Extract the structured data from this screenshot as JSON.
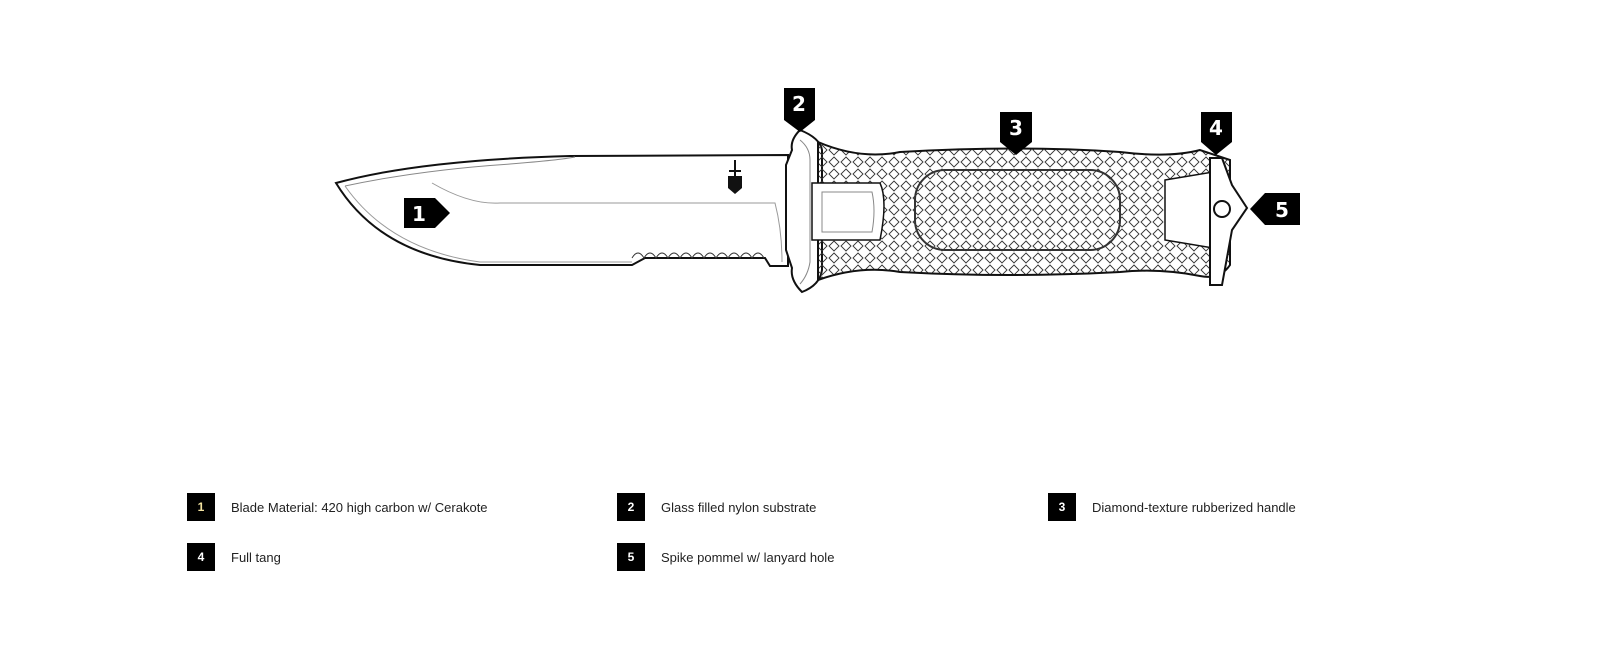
{
  "callouts": [
    "1",
    "2",
    "3",
    "4",
    "5"
  ],
  "legend": [
    {
      "num": "1",
      "text": "Blade Material: 420 high carbon w/ Cerakote"
    },
    {
      "num": "2",
      "text": "Glass filled nylon substrate"
    },
    {
      "num": "3",
      "text": "Diamond-texture rubberized handle"
    },
    {
      "num": "4",
      "text": "Full tang"
    },
    {
      "num": "5",
      "text": "Spike pommel w/ lanyard hole"
    }
  ]
}
